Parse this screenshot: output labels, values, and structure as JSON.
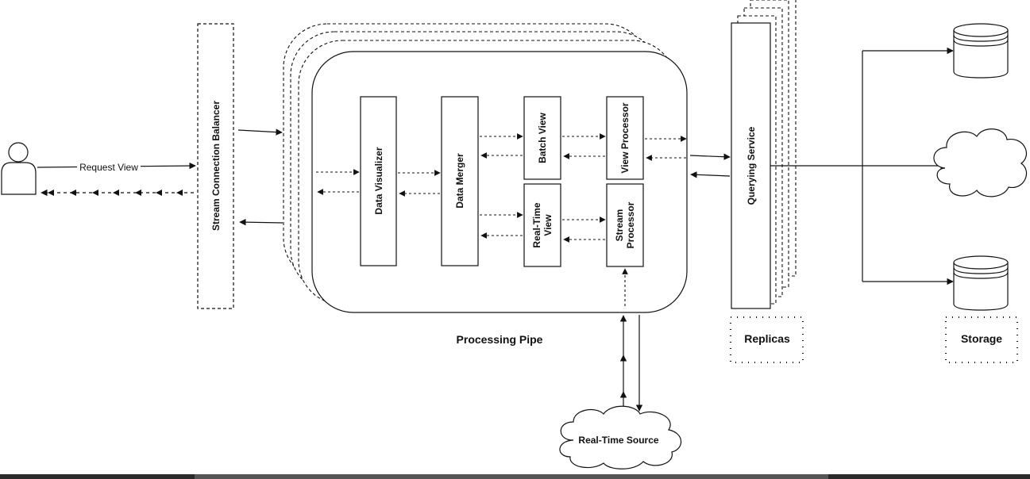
{
  "diagram": {
    "request_label": "Request View",
    "balancer_label": "Stream Connection Balancer",
    "pipe_caption": "Processing Pipe",
    "modules": {
      "data_visualizer": "Data Visualizer",
      "data_merger": "Data Merger",
      "batch_view": "Batch View",
      "view_processor": "View Processor",
      "realtime_view_line1": "Real-Time",
      "realtime_view_line2": "View",
      "stream_processor_line1": "Stream",
      "stream_processor_line2": "Processor"
    },
    "querying_service": "Querying Service",
    "replicas_label": "Replicas",
    "storage_label": "Storage",
    "realtime_source": "Real-Time Source"
  }
}
